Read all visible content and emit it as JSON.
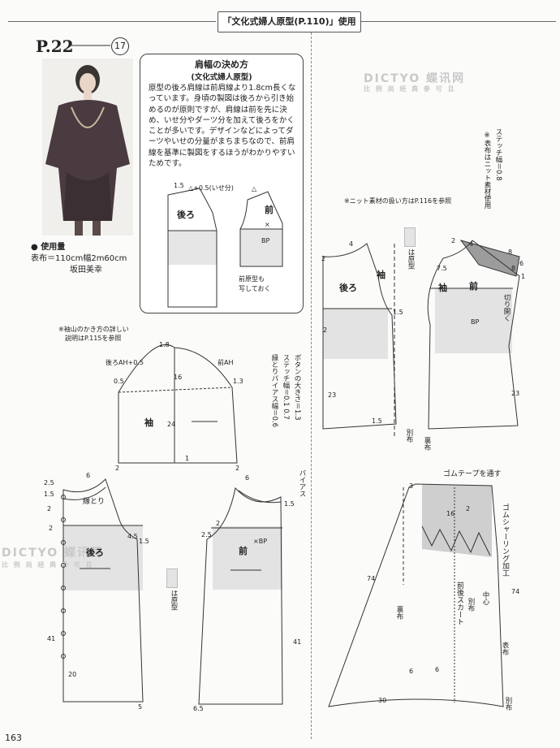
{
  "header": {
    "title": "「文化式婦人原型(P.110)」使用"
  },
  "page": {
    "number_label": "P.22",
    "circle_number": "17",
    "footer_page": "163"
  },
  "materials": {
    "heading": "● 使用量",
    "fabric": "表布＝110cm幅2m60cm",
    "model": "坂田美幸"
  },
  "shoulder_box": {
    "title": "肩幅の決め方",
    "subtitle": "(文化式婦人原型)",
    "body": "原型の後ろ肩線は前肩線より1.8cm長くなっています。身頃の製図は後ろから引き始めるのが原則ですが、肩線は前を先に決め、いせ分やダーツ分を加えて後ろをかくことが多いです。デザインなどによってダーツやいせの分量がまちまちなので、前肩線を基準に製図をするほうがわかりやすいためです。",
    "label_1_5": "1.5",
    "label_ise": "△+0.5(いせ分)",
    "label_tri": "△",
    "label_back": "後ろ",
    "label_front": "前",
    "label_bp": "BP",
    "label_cross": "×",
    "label_copy": "前原型も",
    "label_copy2": "写しておく"
  },
  "sleeve": {
    "note1": "※袖山のかき方の詳しい",
    "note2": "説明はP.115を参照",
    "label": "袖",
    "n1_8": "1.8",
    "back_ah": "後ろAH+0.5",
    "front_ah": "前AH",
    "n16": "16",
    "n0_5": "0.5",
    "n1_3": "1.3",
    "n24": "24",
    "n2a": "2",
    "n1": "1",
    "n2b": "2"
  },
  "specs": {
    "button": "ボタンの大きさ＝1.3",
    "stitch": "ステッチ幅＝0.1 0.7",
    "bias": "縁とりバイアス幅＝0.6"
  },
  "back_bodice": {
    "n2_5": "2.5",
    "n1_5a": "1.5",
    "n6": "6",
    "n2a": "2",
    "n2b": "2",
    "edge": "縁とり",
    "back": "後ろ",
    "n4_5": "4.5",
    "n1_5b": "1.5",
    "n41": "41",
    "n20": "20",
    "n5": "5"
  },
  "front_bodice": {
    "bias": "バイアス",
    "n6": "6",
    "n1_5": "1.5",
    "n2_5": "2.5",
    "n2": "2",
    "front": "前",
    "bp": "×BP",
    "n41": "41",
    "n6_5": "6.5",
    "ha_genkei": "は原型"
  },
  "knit": {
    "note": "※ニット素材の扱い方はP.116を参照",
    "ha_genkei": "は原型",
    "n4": "4",
    "n2a": "2",
    "back": "後ろ",
    "sleeve": "袖",
    "n1_5a": "1.5",
    "n2b": "2",
    "n23a": "23",
    "n1_5b": "1.5",
    "betsununo": "別布",
    "uranuno": "裏布",
    "n2c": "2",
    "n8a": "8",
    "n4b": "4",
    "n7_5": "7.5",
    "n8b": "8",
    "n6": "6",
    "n1": "1",
    "sleeve2": "袖",
    "front": "前",
    "bp": "BP",
    "cut": "切り開く",
    "n23b": "23",
    "stitch": "ステッチ幅＝0.8",
    "omote": "※表布はニット素材使用"
  },
  "skirt": {
    "elastic": "ゴムテープを通す",
    "n3": "3",
    "n2": "2",
    "n16": "16",
    "shirring": "ゴムシャーリング加工",
    "n74a": "74",
    "n74b": "74",
    "label": "前後スカート",
    "center": "中心",
    "betsununo": "別布",
    "uranuno": "裏布",
    "omote": "表布",
    "n6a": "6",
    "n6b": "6",
    "n30": "30",
    "betsununo2": "別布"
  },
  "watermark": {
    "text1": "DICTYO 蝶讯网",
    "text2": "比 例 尚 经 典 参 可 且"
  }
}
